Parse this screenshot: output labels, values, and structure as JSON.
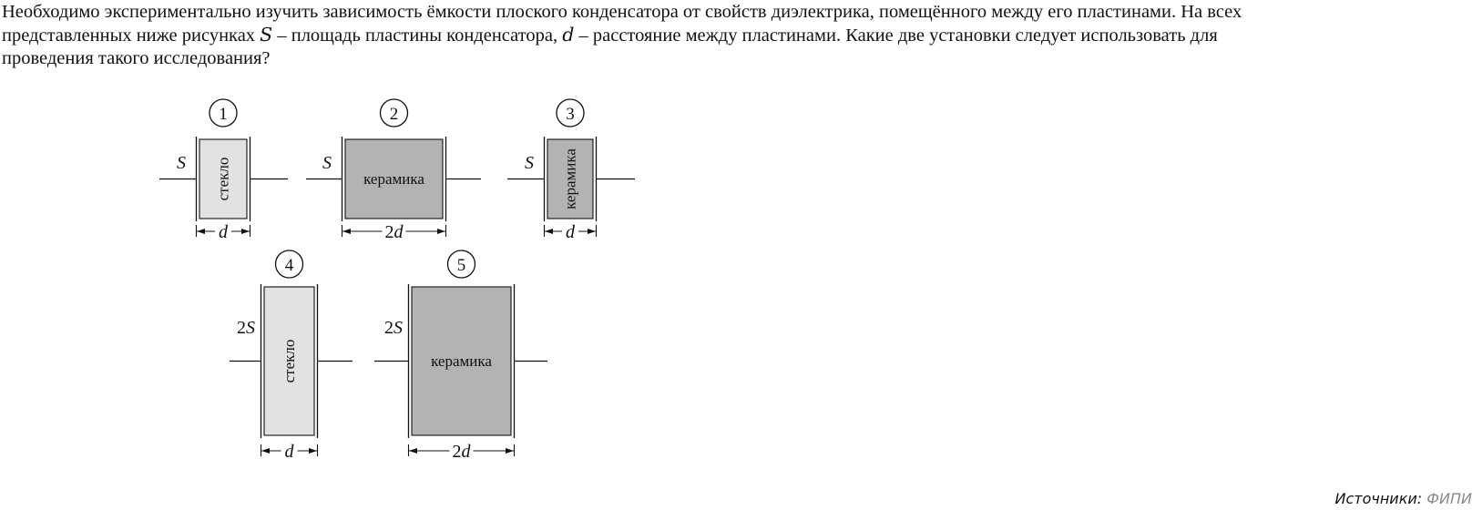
{
  "question": {
    "line1": "Необходимо экспериментально изучить зависимость ёмкости плоского конденсатора от свойств диэлектрика, помещённого между его пластинами. На всех",
    "line2_a": "представленных ниже рисунках",
    "line2_s": "S",
    "line2_b": "– площадь пластины конденсатора,",
    "line2_d": "d",
    "line2_c": "– расстояние между пластинами. Какие две установки следует использовать для",
    "line3": "проведения такого исследования?"
  },
  "setups": [
    {
      "number": "1",
      "area_label": "S",
      "material": "стекло",
      "gap_label": "d",
      "fill": "#e2e2e2"
    },
    {
      "number": "2",
      "area_label": "S",
      "material": "керамика",
      "gap_label": "2d",
      "fill": "#b3b3b3"
    },
    {
      "number": "3",
      "area_label": "S",
      "material": "керамика",
      "gap_label": "d",
      "fill": "#b3b3b3"
    },
    {
      "number": "4",
      "area_label": "2S",
      "material": "стекло",
      "gap_label": "d",
      "fill": "#e2e2e2"
    },
    {
      "number": "5",
      "area_label": "2S",
      "material": "керамика",
      "gap_label": "2d",
      "fill": "#b3b3b3"
    }
  ],
  "source": {
    "label": "Источники:",
    "link": "ФИПИ"
  }
}
